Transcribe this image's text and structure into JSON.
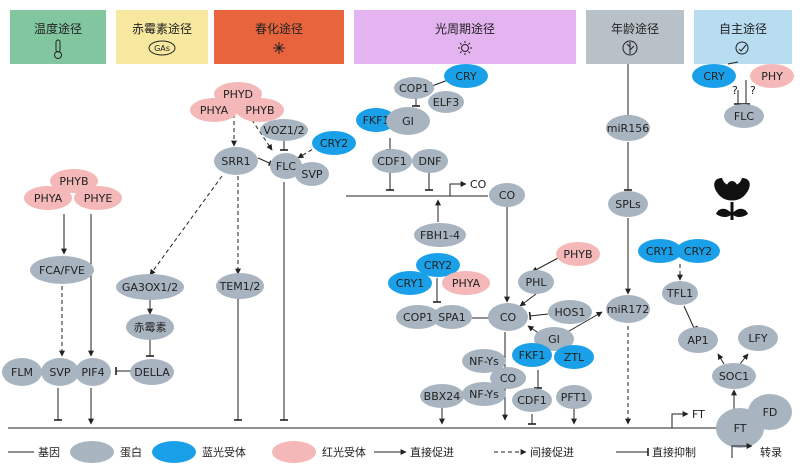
{
  "pathways": {
    "temperature": "温度途径",
    "gibberellin": "赤霉素途径",
    "gas_badge": "GAs",
    "vernalization": "春化途径",
    "photoperiod": "光周期途径",
    "age": "年龄途径",
    "autonomous": "自主途径"
  },
  "nodes": {
    "phyd": "PHYD",
    "phya_top": "PHYA",
    "phyb_top": "PHYB",
    "voz": "VOZ1/2",
    "cry2_voz": "CRY2",
    "srr1": "SRR1",
    "flc_center": "FLC",
    "svp_center": "SVP",
    "ga3ox": "GA3OX1/2",
    "gibberellin": "赤霉素",
    "della": "DELLA",
    "tem": "TEM1/2",
    "phyb_left": "PHYB",
    "phya_left": "PHYA",
    "phye_left": "PHYE",
    "fca": "FCA/FVE",
    "flm": "FLM",
    "svp_left": "SVP",
    "pif4": "PIF4",
    "cry_top": "CRY",
    "cop1_top": "COP1",
    "elf3": "ELF3",
    "fkf1_top": "FKF1",
    "gi_top": "GI",
    "cdf1_top": "CDF1",
    "dnf": "DNF",
    "co_gene": "CO",
    "co_protein": "CO",
    "fbh": "FBH1-4",
    "cry2_mid": "CRY2",
    "cry1_mid": "CRY1",
    "phya_mid": "PHYA",
    "phyb_mid": "PHYB",
    "phl": "PHL",
    "cop1_mid": "COP1",
    "spa1": "SPA1",
    "co_center": "CO",
    "hos1": "HOS1",
    "gi_mid": "GI",
    "nfys_1": "NF-Ys",
    "co_low": "CO",
    "nfys_2": "NF-Ys",
    "fkf1_mid": "FKF1",
    "ztl": "ZTL",
    "bbx24": "BBX24",
    "cdf1_low": "CDF1",
    "pft1": "PFT1",
    "mir156": "miR156",
    "spls": "SPLs",
    "mir172": "miR172",
    "cry_auto": "CRY",
    "phy_auto": "PHY",
    "flc_auto": "FLC",
    "q1": "?",
    "q2": "?",
    "cry1_right": "CRY1",
    "cry2_right": "CRY2",
    "tfl1": "TFL1",
    "ap1": "AP1",
    "lfy": "LFY",
    "soc1": "SOC1",
    "ft": "FT",
    "fd": "FD",
    "ft_gene": "FT"
  },
  "legend": {
    "gene": "基因",
    "protein": "蛋白",
    "blue_receptor": "蓝光受体",
    "red_receptor": "红光受体",
    "direct_promote": "直接促进",
    "indirect_promote": "间接促进",
    "direct_inhibit": "直接抑制",
    "transcription": "转录"
  },
  "colors": {
    "gray_node": "#a8b4c0",
    "blue_node": "#1aa0e8",
    "pink_node": "#f4b8b8",
    "temp_box": "#82c6a0",
    "ga_box": "#f7e8a0",
    "vern_box": "#e8643c",
    "photo_box": "#e4b4f0",
    "age_box": "#b8c0c8",
    "auto_box": "#b8dcf0"
  }
}
